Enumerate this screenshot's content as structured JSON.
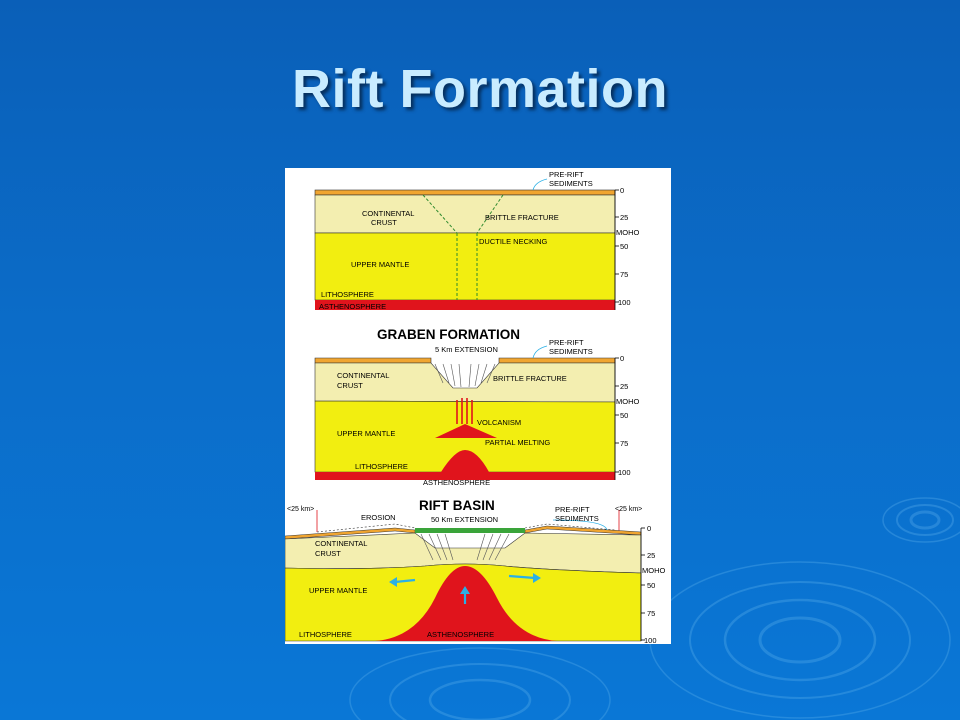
{
  "slide": {
    "title": "Rift Formation",
    "background_color": "#0a6cc8",
    "title_color": "#c9ecff"
  },
  "colors": {
    "sediments": "#f0a530",
    "crust": "#f3eeb0",
    "mantle": "#f2ee10",
    "asthenosphere": "#e0141c",
    "arrow": "#2bb0e6",
    "green_sediment": "#3aa43a"
  },
  "panel1": {
    "labels": {
      "pre_rift_1": "PRE-RIFT",
      "pre_rift_2": "SEDIMENTS",
      "continental_1": "CONTINENTAL",
      "continental_2": "CRUST",
      "brittle": "BRITTLE FRACTURE",
      "ductile": "DUCTILE NECKING",
      "upper_mantle": "UPPER MANTLE",
      "lithosphere": "LITHOSPHERE",
      "asthenosphere": "ASTHENOSPHERE"
    },
    "scale": {
      "t0": "0",
      "t25": "25",
      "moho": "MOHO",
      "t50": "50",
      "t75": "75",
      "t100": "100"
    }
  },
  "panel2": {
    "title": "GRABEN FORMATION",
    "extension": "5 Km EXTENSION",
    "labels": {
      "pre_rift_1": "PRE-RIFT",
      "pre_rift_2": "SEDIMENTS",
      "continental_1": "CONTINENTAL",
      "continental_2": "CRUST",
      "brittle": "BRITTLE FRACTURE",
      "volcanism": "VOLCANISM",
      "upper_mantle": "UPPER MANTLE",
      "partial_melting": "PARTIAL MELTING",
      "lithosphere": "LITHOSPHERE",
      "asthenosphere": "ASTHENOSPHERE"
    },
    "scale": {
      "t0": "0",
      "t25": "25",
      "moho": "MOHO",
      "t50": "50",
      "t75": "75",
      "t100": "100"
    }
  },
  "panel3": {
    "title": "RIFT BASIN",
    "extension": "50 Km EXTENSION",
    "labels": {
      "left_dist": "<25 km>",
      "right_dist": "<25 km>",
      "erosion": "EROSION",
      "pre_rift_1": "PRE-RIFT",
      "pre_rift_2": "SEDIMENTS",
      "continental_1": "CONTINENTAL",
      "continental_2": "CRUST",
      "upper_mantle": "UPPER MANTLE",
      "lithosphere": "LITHOSPHERE",
      "asthenosphere": "ASTHENOSPHERE"
    },
    "scale": {
      "t0": "0",
      "t25": "25",
      "moho": "MOHO",
      "t50": "50",
      "t75": "75",
      "t100": "100"
    }
  }
}
